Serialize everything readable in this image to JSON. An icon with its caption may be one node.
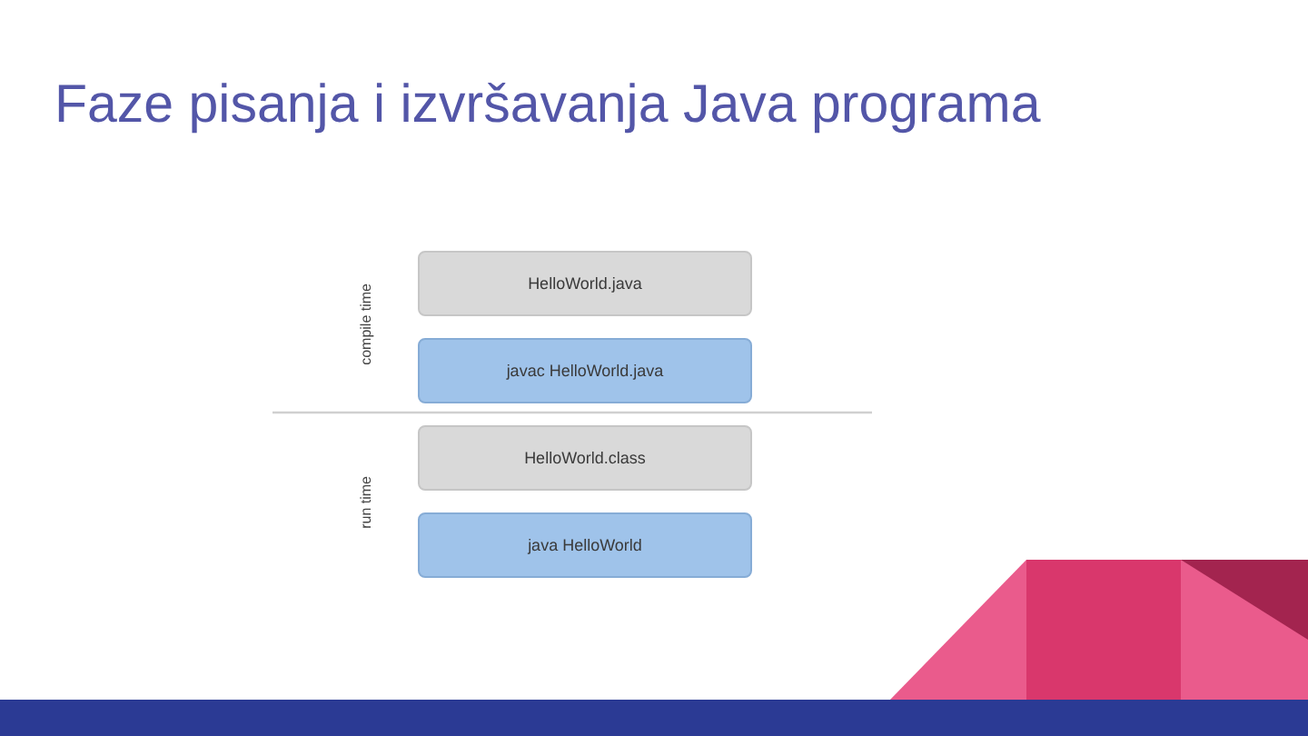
{
  "diagram": {
    "title": "Faze pisanja i izvršavanja Java programa",
    "nodes": [
      {
        "text": [
          "HelloWorld.java"
        ]
      },
      {
        "text": [
          "javac HelloWorld.java"
        ]
      },
      {
        "text": [
          "HelloWorld.class"
        ]
      },
      {
        "text": [
          "java HelloWorld"
        ]
      }
    ],
    "labels": [
      "compile time",
      "run time"
    ]
  }
}
